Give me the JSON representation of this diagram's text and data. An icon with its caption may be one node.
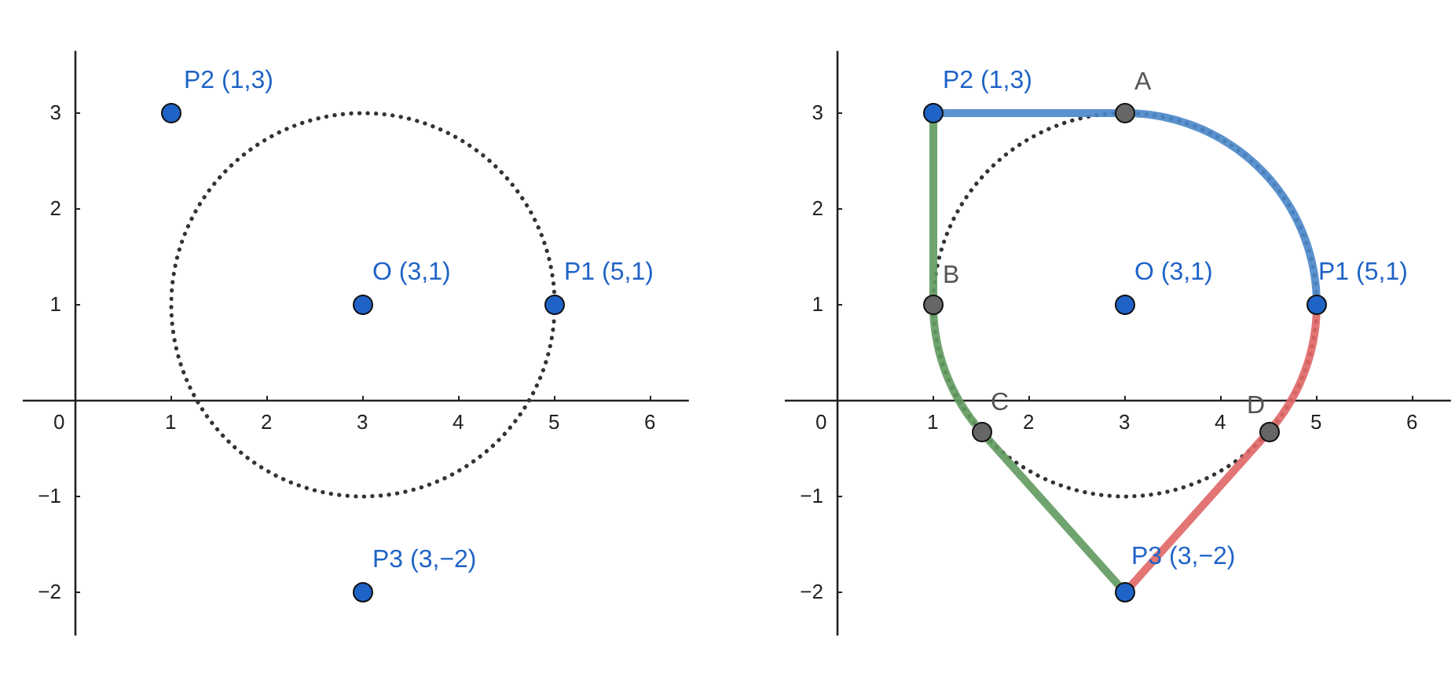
{
  "diagram": {
    "nodes": [
      {
        "text": [],
        "shape": "circle",
        "beside": [
          "P2 (1,3)"
        ]
      },
      {
        "text": [],
        "shape": "circle",
        "beside": [
          "O (3,1)"
        ]
      },
      {
        "text": [],
        "shape": "circle",
        "beside": [
          "P1 (5,1)"
        ]
      },
      {
        "text": [],
        "shape": "circle",
        "beside": [
          "P3 (3,−2)"
        ]
      },
      {
        "text": [],
        "shape": "circle",
        "beside": [
          "P2 (1,3)"
        ]
      },
      {
        "text": [],
        "shape": "circle",
        "beside": [
          "A"
        ]
      },
      {
        "text": [],
        "shape": "circle",
        "beside": [
          "B"
        ]
      },
      {
        "text": [],
        "shape": "circle",
        "beside": [
          "O (3,1)"
        ]
      },
      {
        "text": [],
        "shape": "circle",
        "beside": [
          "P1 (5,1)"
        ]
      },
      {
        "text": [],
        "shape": "circle",
        "beside": [
          "C"
        ]
      },
      {
        "text": [],
        "shape": "circle",
        "beside": [
          "D"
        ]
      },
      {
        "text": [],
        "shape": "circle",
        "beside": [
          "P3 (3,−2)"
        ]
      }
    ],
    "edges": [
      {
        "from": 4,
        "to": 5,
        "arrow": "none",
        "color": "#4a86c8"
      },
      {
        "from": 5,
        "to": 8,
        "arrow": "none",
        "color": "#4a86c8"
      },
      {
        "from": 8,
        "to": 10,
        "arrow": "none",
        "color": "#e06666"
      },
      {
        "from": 10,
        "to": 11,
        "arrow": "none",
        "color": "#e06666"
      },
      {
        "from": 11,
        "to": 9,
        "arrow": "none",
        "color": "#5f9a5f"
      },
      {
        "from": 9,
        "to": 6,
        "arrow": "none",
        "color": "#5f9a5f"
      },
      {
        "from": 6,
        "to": 4,
        "arrow": "none",
        "color": "#5f9a5f"
      }
    ],
    "labels": [
      "3",
      "2",
      "1",
      "0",
      "1",
      "2",
      "3",
      "4",
      "5",
      "6",
      "−1",
      "−2",
      "3",
      "2",
      "1",
      "0",
      "1",
      "2",
      "3",
      "4",
      "5",
      "6",
      "−1",
      "−2"
    ]
  }
}
